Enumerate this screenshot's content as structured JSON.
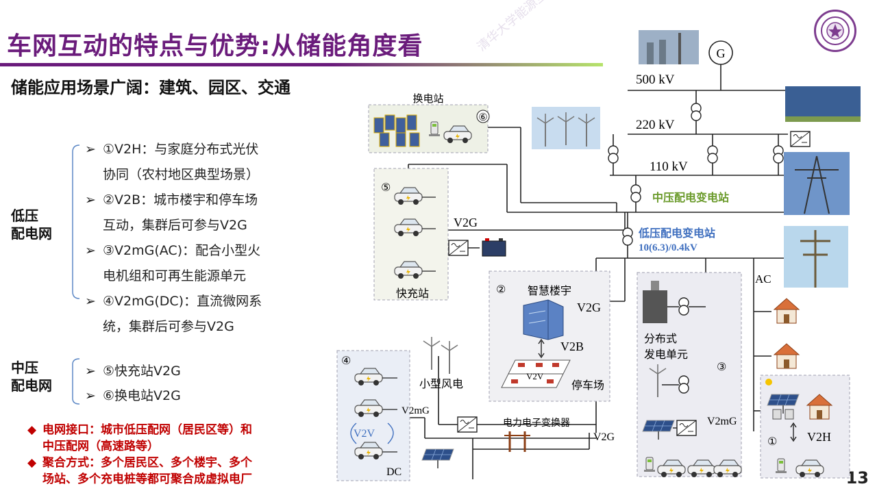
{
  "title": "车网互动的特点与优势:从储能角度看",
  "subtitle": "储能应用场景广阔：建筑、园区、交通",
  "low_voltage": {
    "label_line1": "低压",
    "label_line2": "配电网",
    "items": [
      {
        "line1": "①V2H：与家庭分布式光伏",
        "line2": "协同（农村地区典型场景）"
      },
      {
        "line1": "②V2B：城市楼宇和停车场",
        "line2": "互动，集群后可参与V2G"
      },
      {
        "line1": "③V2mG(AC)：配合小型火",
        "line2": "电机组和可再生能源单元"
      },
      {
        "line1": "④V2mG(DC)：直流微网系",
        "line2": "统，集群后可参与V2G"
      }
    ]
  },
  "mid_voltage": {
    "label_line1": "中压",
    "label_line2": "配电网",
    "items": [
      "⑤快充站V2G",
      "⑥换电站V2G"
    ]
  },
  "notes": [
    {
      "line1": "电网接口：城市低压配网（居民区等）和",
      "line2": "中压配网（高速路等）"
    },
    {
      "line1": "聚合方式：多个居民区、多个楼宇、多个",
      "line2": "场站、多个充电桩等都可聚合成虚拟电厂"
    }
  ],
  "bullet_arrow": "➢",
  "bullet_diamond": "◆",
  "page_number": "13",
  "watermark": "清华大学能源互联网创新研究院",
  "diagram": {
    "generator": "G",
    "v500": "500 kV",
    "v220": "220 kV",
    "v110": "110 kV",
    "battery_swap": "换电站",
    "c6": "⑥",
    "c5": "⑤",
    "fast_charge": "快充站",
    "v2g_5": "V2G",
    "mv_sub": "中压配电变电站",
    "lv_sub": "低压配电变电站",
    "lv_ratio": "10(6.3)/0.4kV",
    "ac": "AC",
    "c2": "②",
    "smart_building": "智慧楼宇",
    "v2g_2": "V2G",
    "v2b": "V2B",
    "v2v_2": "V2V",
    "parking": "停车场",
    "dist_gen_1": "分布式",
    "dist_gen_2": "发电单元",
    "c3": "③",
    "v2mg_3": "V2mG",
    "c4": "④",
    "v2mg_4": "V2mG",
    "v2v_4": "V2V",
    "dc": "DC",
    "small_wind": "小型风电",
    "converter": "电力电子变换器",
    "v2g_bottom": "V2G",
    "c1": "①",
    "v2h": "V2H"
  },
  "colors": {
    "title": "#6a1b7b",
    "red_note": "#c00000",
    "green_label": "#6a9a2a",
    "blue_label": "#3f6fbf",
    "box_border": "#a0a0b0"
  }
}
